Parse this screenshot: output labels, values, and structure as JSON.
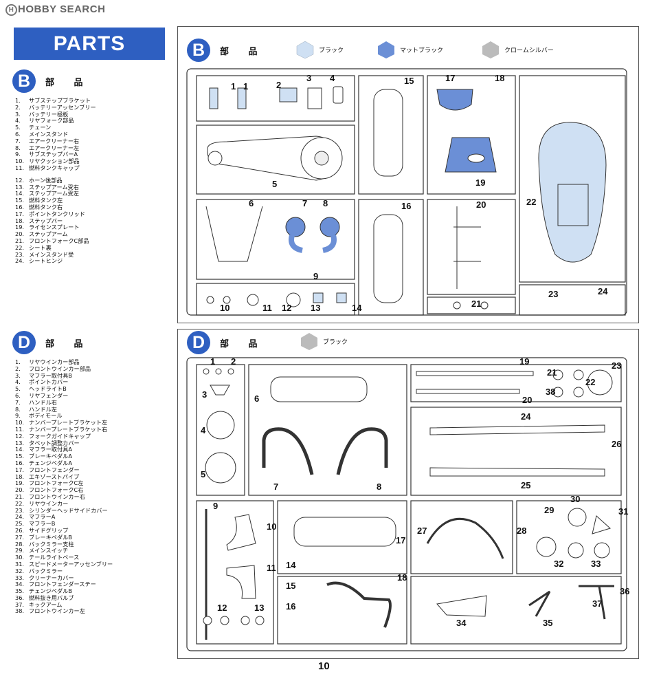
{
  "site_logo": "HOBBY SEARCH",
  "banner": "PARTS",
  "section_b": {
    "letter": "B",
    "title": "部 品",
    "items": [
      "サブステップブラケット",
      "バッテリーアッセンブリー",
      "バッテリー極板",
      "リヤフォーク部品",
      "チェーン",
      "メインスタンド",
      "エアークリーナー右",
      "エアークリーナー左",
      "サブステップバーA",
      "リヤクッション部品",
      "燃料タンクキャップ",
      "ホーン後部品",
      "ステップアーム受右",
      "ステップアーム受左",
      "燃料タンク左",
      "燃料タンク右",
      "ポイントタンクリッド",
      "ステップバー",
      "ライセンスプレート",
      "ステップアーム",
      "フロントフォークC部品",
      "シート裏",
      "メインスタンド受",
      "シートヒンジ"
    ],
    "legend": [
      {
        "label": "ブラック",
        "color": "#cfe0f3"
      },
      {
        "label": "マットブラック",
        "color": "#6b8fd6"
      },
      {
        "label": "クロームシルバー",
        "color": "#bbbbbb"
      }
    ]
  },
  "section_d": {
    "letter": "D",
    "title": "部 品",
    "items": [
      "リヤウインカー部品",
      "フロントウインカー部品",
      "マフラー取付具B",
      "ポイントカバー",
      "ヘッドライトB",
      "リヤフェンダー",
      "ハンドル右",
      "ハンドル左",
      "ボディモール",
      "ナンバープレートブラケット左",
      "ナンバープレートブラケット右",
      "フォークガイドキャップ",
      "タペット調整カバー",
      "マフラー取付具A",
      "ブレーキペダルA",
      "チェンジペダルA",
      "フロントフェンダー",
      "エキゾーストパイプ",
      "フロントフォークC左",
      "フロントフォークC右",
      "フロントウインカー右",
      "リヤウインカー",
      "シリンダーヘッドサイドカバー",
      "マフラーA",
      "マフラーB",
      "サイドグリップ",
      "ブレーキペダルB",
      "バックミラー支柱",
      "メインスイッチ",
      "テールライトベース",
      "スピードメーターアッセンブリー",
      "バックミラー",
      "クリーナーカバー",
      "フロントフェンダーステー",
      "チェンジペダルB",
      "燃料抜き用バルブ",
      "キックアーム",
      "フロントウインカー左"
    ],
    "legend": [
      {
        "label": "ブラック",
        "color": "#bbbbbb"
      }
    ]
  },
  "sprue_b_labels": [
    "1",
    "1",
    "2",
    "3",
    "4",
    "15",
    "17",
    "18",
    "5",
    "19",
    "22",
    "6",
    "7",
    "8",
    "16",
    "20",
    "9",
    "10",
    "11",
    "12",
    "13",
    "14",
    "21",
    "23",
    "24"
  ],
  "sprue_d_labels": [
    "1",
    "2",
    "3",
    "4",
    "5",
    "6",
    "7",
    "8",
    "19",
    "21",
    "22",
    "23",
    "38",
    "20",
    "24",
    "26",
    "25",
    "9",
    "10",
    "11",
    "17",
    "14",
    "15",
    "16",
    "18",
    "12",
    "13",
    "27",
    "28",
    "29",
    "30",
    "31",
    "32",
    "33",
    "34",
    "35",
    "36",
    "37"
  ],
  "page_number": "10"
}
